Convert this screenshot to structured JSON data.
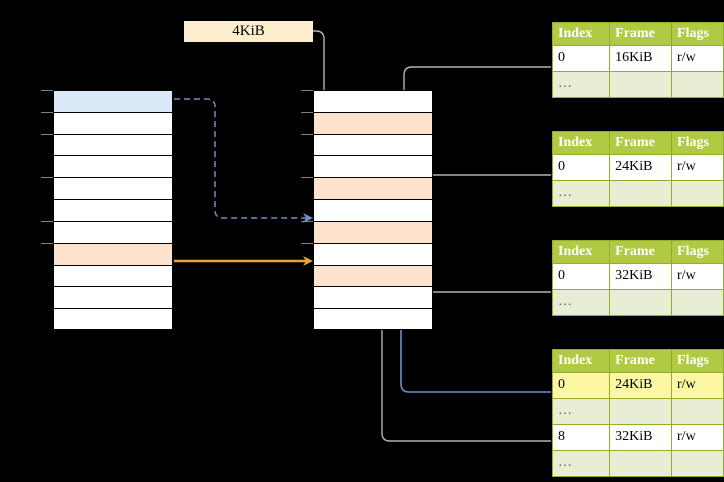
{
  "diagram": {
    "title_label": "4KiB",
    "colors": {
      "header_green": "#b0ca44",
      "header_green_border": "#8fae2c",
      "ellipsis_row": "#e7eed4",
      "highlight_yellow": "#fdf7a4",
      "peach": "#fde3cd",
      "blue_row": "#dce9f9",
      "label_box": "#fdeecd",
      "orange_arrow": "#e8a33d",
      "blue_arrow": "#6a92c4",
      "gray_wire": "#b3b3b3"
    },
    "ellipsis": "…"
  },
  "left_column": {
    "name": "virtual-address-space",
    "rows": [
      {
        "fill": "blue",
        "text": ""
      },
      {
        "fill": "white",
        "text": ""
      },
      {
        "fill": "white",
        "text": ""
      },
      {
        "fill": "white",
        "text": ""
      },
      {
        "fill": "white",
        "text": ""
      },
      {
        "fill": "white",
        "text": ""
      },
      {
        "fill": "white",
        "text": ""
      },
      {
        "fill": "peach",
        "text": ""
      },
      {
        "fill": "white",
        "text": ""
      },
      {
        "fill": "white",
        "text": ""
      },
      {
        "fill": "white",
        "text": ""
      }
    ]
  },
  "middle_column": {
    "name": "physical-memory",
    "rows": [
      {
        "fill": "white",
        "text": ""
      },
      {
        "fill": "peach",
        "text": ""
      },
      {
        "fill": "white",
        "text": ""
      },
      {
        "fill": "white",
        "text": ""
      },
      {
        "fill": "peach",
        "text": ""
      },
      {
        "fill": "white",
        "text": ""
      },
      {
        "fill": "peach",
        "text": ""
      },
      {
        "fill": "white",
        "text": ""
      },
      {
        "fill": "peach",
        "text": ""
      },
      {
        "fill": "white",
        "text": ""
      },
      {
        "fill": "white",
        "text": ""
      }
    ]
  },
  "tables": [
    {
      "name": "page-table-level-1",
      "headers": [
        "Index",
        "Frame",
        "Flags"
      ],
      "rows": [
        {
          "type": "data",
          "cells": [
            "0",
            "16KiB",
            "r/w"
          ],
          "highlight": [
            false,
            false,
            false
          ]
        },
        {
          "type": "ellipsis",
          "cells": [
            "…",
            "",
            ""
          ],
          "highlight": [
            false,
            false,
            false
          ]
        }
      ]
    },
    {
      "name": "page-table-level-2",
      "headers": [
        "Index",
        "Frame",
        "Flags"
      ],
      "rows": [
        {
          "type": "data",
          "cells": [
            "0",
            "24KiB",
            "r/w"
          ],
          "highlight": [
            false,
            false,
            false
          ]
        },
        {
          "type": "ellipsis",
          "cells": [
            "…",
            "",
            ""
          ],
          "highlight": [
            false,
            false,
            false
          ]
        }
      ]
    },
    {
      "name": "page-table-level-3",
      "headers": [
        "Index",
        "Frame",
        "Flags"
      ],
      "rows": [
        {
          "type": "data",
          "cells": [
            "0",
            "32KiB",
            "r/w"
          ],
          "highlight": [
            false,
            false,
            false
          ]
        },
        {
          "type": "ellipsis",
          "cells": [
            "…",
            "",
            ""
          ],
          "highlight": [
            false,
            false,
            false
          ]
        }
      ]
    },
    {
      "name": "page-table-level-4",
      "headers": [
        "Index",
        "Frame",
        "Flags"
      ],
      "rows": [
        {
          "type": "data",
          "cells": [
            "0",
            "24KiB",
            "r/w"
          ],
          "highlight": [
            true,
            true,
            true
          ]
        },
        {
          "type": "ellipsis",
          "cells": [
            "…",
            "",
            ""
          ],
          "highlight": [
            false,
            false,
            false
          ]
        },
        {
          "type": "data",
          "cells": [
            "8",
            "32KiB",
            "r/w"
          ],
          "highlight": [
            false,
            false,
            false
          ]
        },
        {
          "type": "ellipsis",
          "cells": [
            "…",
            "",
            ""
          ],
          "highlight": [
            false,
            false,
            false
          ]
        }
      ]
    }
  ]
}
